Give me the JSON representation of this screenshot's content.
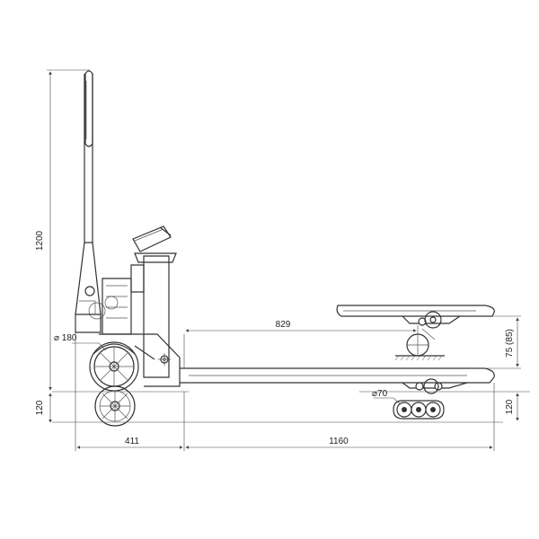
{
  "dimensions": {
    "height_total": "1200",
    "wheel_dia": "⌀ 180",
    "fork_length": "829",
    "lift_height": "75 (85)",
    "low_height_left": "120",
    "roller_dia": "⌀70",
    "low_height_right": "120",
    "rear_length": "411",
    "fork_total": "1160"
  }
}
